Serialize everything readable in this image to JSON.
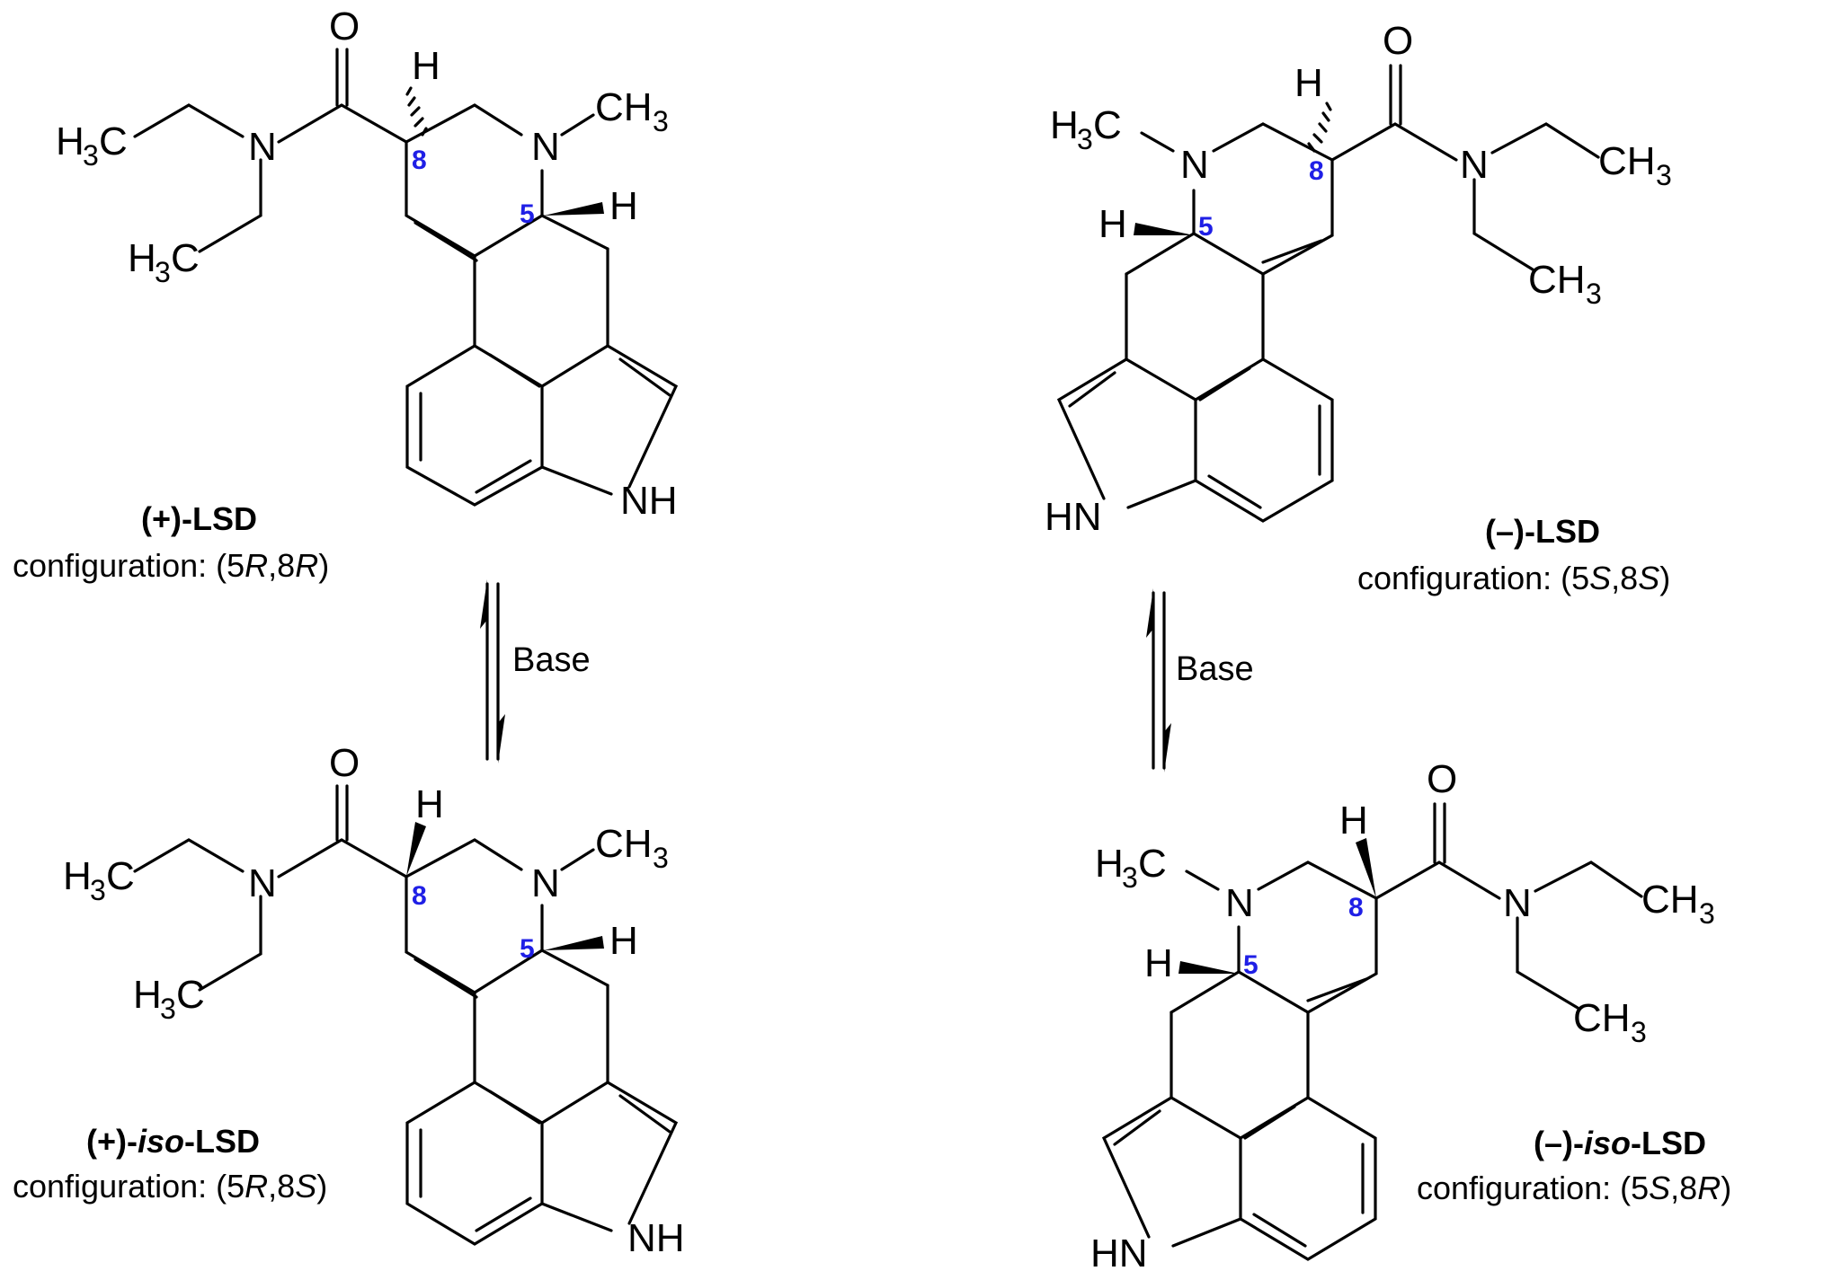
{
  "compounds": [
    {
      "title_main": "(+)-LSD",
      "title_prefix": "(+)-",
      "title_iso": "iso",
      "title_suffix": "-LSD",
      "config_label": "configuration: (5",
      "c5": "R",
      "comma8": ",8",
      "c8": "R",
      "close": ")"
    },
    {
      "title_main": "(–)-LSD",
      "config_label": "configuration: (5",
      "c5": "S",
      "comma8": ",8",
      "c8": "S",
      "close": ")"
    },
    {
      "title_prefix": "(+)-",
      "title_iso": "iso",
      "title_suffix": "-LSD",
      "config_label": "configuration: (5",
      "c5": "R",
      "comma8": ",8",
      "c8": "S",
      "close": ")"
    },
    {
      "title_prefix": "(–)-",
      "title_iso": "iso",
      "title_suffix": "-LSD",
      "config_label": "configuration: (5",
      "c5": "S",
      "comma8": ",8",
      "c8": "R",
      "close": ")"
    }
  ],
  "equilibria": [
    {
      "label": "Base"
    },
    {
      "label": "Base"
    }
  ],
  "atoms": {
    "O": "O",
    "N": "N",
    "NH": "NH",
    "HN": "HN",
    "H": "H",
    "C": "C",
    "H3": "H",
    "three": "3",
    "CH": "CH",
    "locant5": "5",
    "locant8": "8"
  },
  "colors": {
    "locant": "#1f1fe6",
    "bond": "#000000"
  }
}
